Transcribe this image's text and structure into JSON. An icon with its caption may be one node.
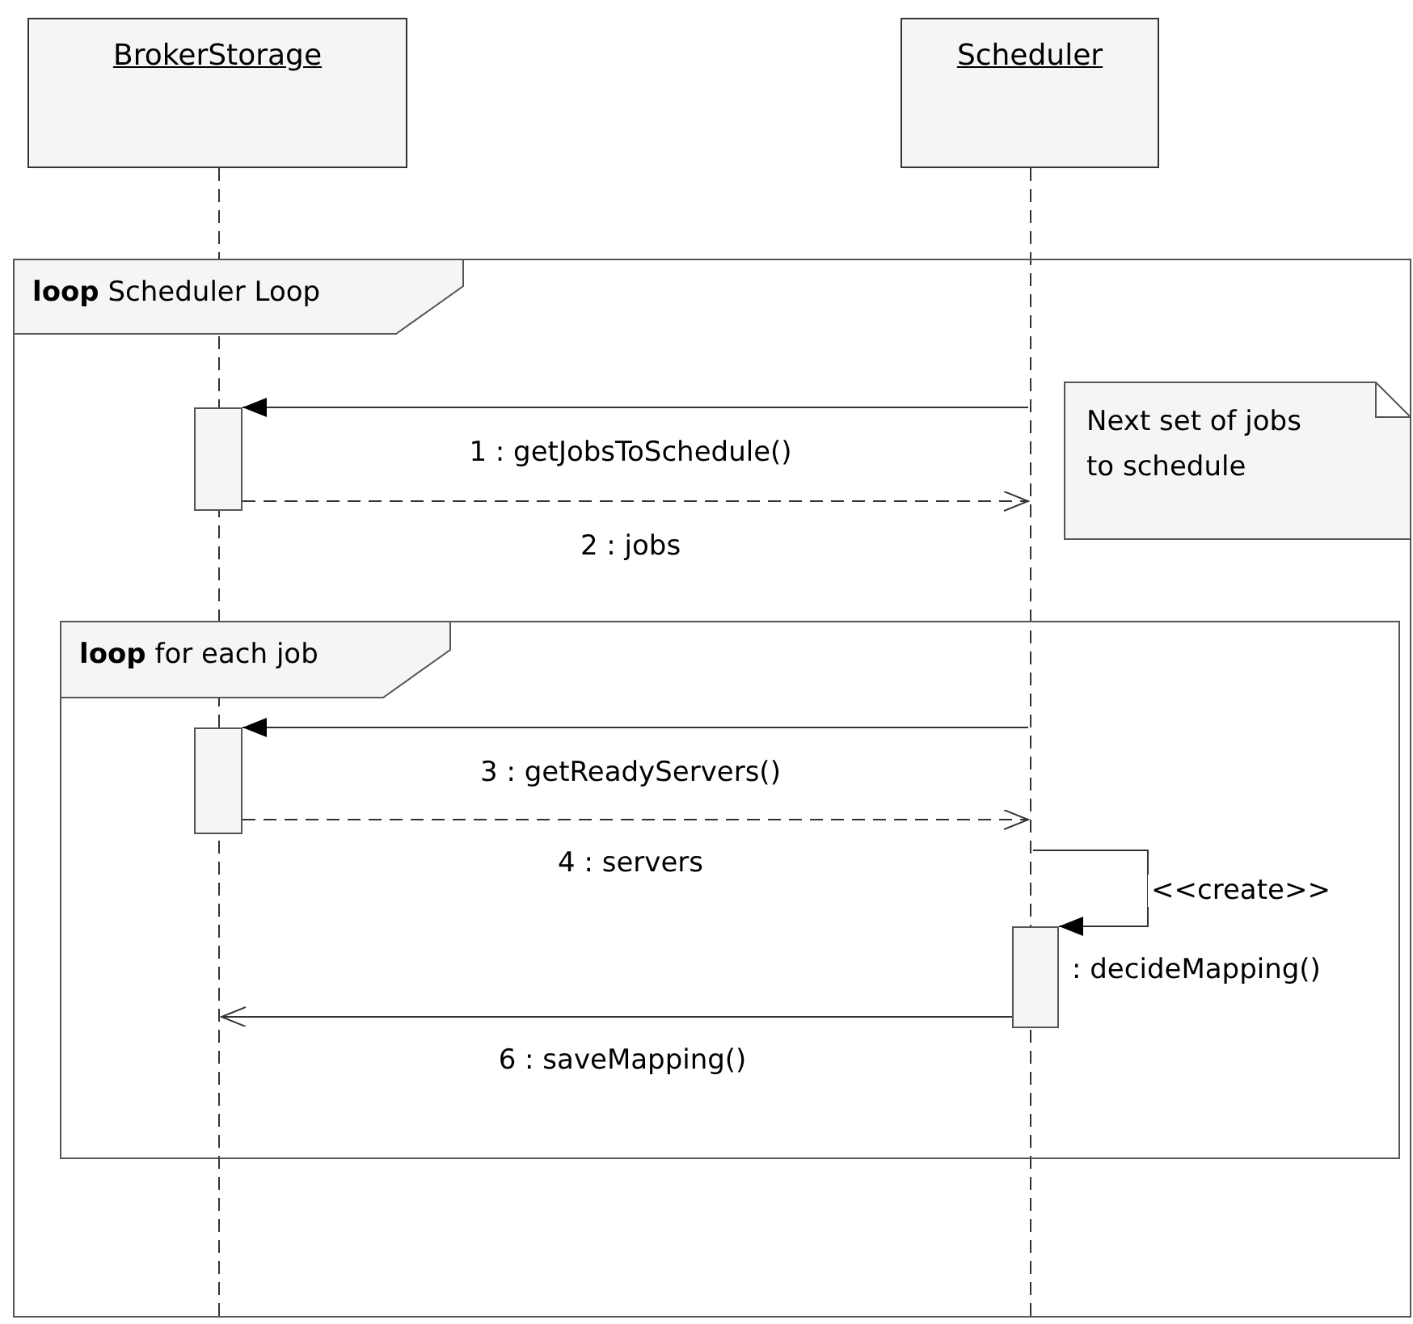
{
  "diagram": {
    "nodes": [
      {
        "text": [
          "BrokerStorage"
        ]
      },
      {
        "text": [],
        "shape": "line"
      },
      {
        "text": [
          "Scheduler"
        ]
      },
      {
        "text": [],
        "shape": "line"
      },
      {
        "text": [
          "**loop** Scheduler Loop"
        ]
      },
      {
        "text": [
          "**loop** for each job"
        ],
        "in": 4
      },
      {
        "text": [],
        "shape": "bar",
        "in": 4
      },
      {
        "text": [],
        "shape": "bar",
        "in": 5
      },
      {
        "text": [],
        "shape": "bar",
        "in": 5,
        "beside": [
          ": decideMapping()"
        ]
      },
      {
        "text": [
          "Next set of jobs to schedule"
        ],
        "in": 4
      }
    ],
    "edges": [
      {
        "from": 3,
        "to": 6,
        "arrow": "to",
        "label": "1 : getJobsToSchedule()"
      },
      {
        "from": 6,
        "to": 3,
        "arrow": "to",
        "label": "2 : jobs",
        "style": "dashed"
      },
      {
        "from": 3,
        "to": 7,
        "arrow": "to",
        "label": "3 : getReadyServers()"
      },
      {
        "from": 7,
        "to": 3,
        "arrow": "to",
        "label": "4 : servers",
        "style": "dashed"
      },
      {
        "from": 3,
        "to": 8,
        "arrow": "to",
        "label": "<<create>>"
      },
      {
        "from": 8,
        "to": 1,
        "arrow": "to",
        "label": "6 : saveMapping()"
      }
    ]
  }
}
